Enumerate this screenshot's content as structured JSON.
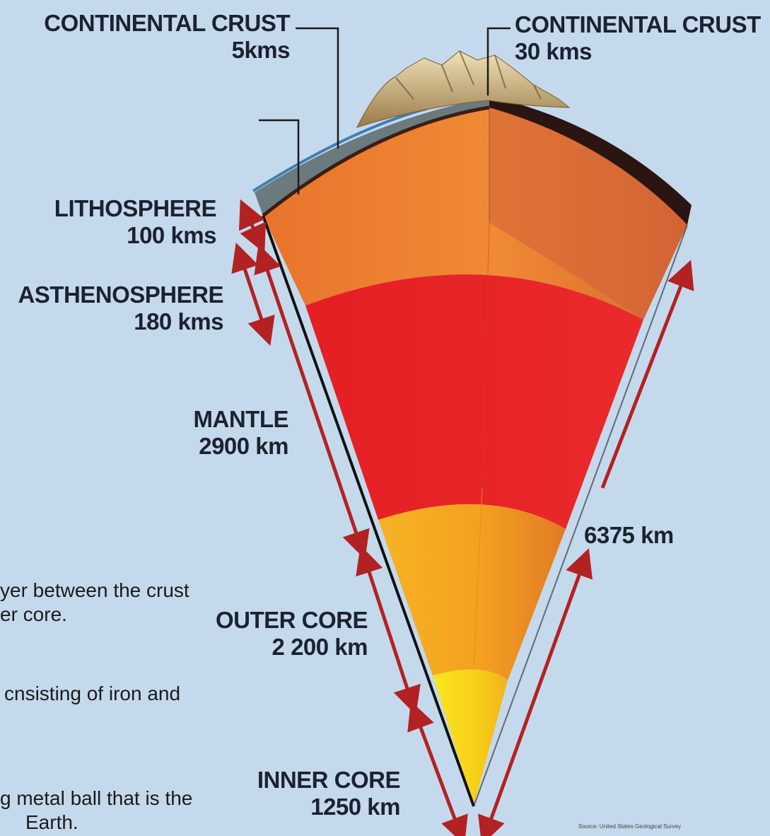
{
  "colors": {
    "background": "#c5d9ec",
    "crust": "#8a5a2e",
    "lithosphere": "#f07a2a",
    "asthenosphere": "#e8673a",
    "mantle": "#e8202a",
    "outer_core": "#f5a21e",
    "inner_core": "#f8d81a",
    "arrow": "#b22222"
  },
  "labels": {
    "oceanic": {
      "name": "CONTINENTAL CRUST",
      "value": "5kms"
    },
    "continental": {
      "name": "CONTINENTAL CRUST",
      "value": "30 kms"
    },
    "lithosphere": {
      "name": "LITHOSPHERE",
      "value": "100 kms"
    },
    "asthenosphere": {
      "name": "ASTHENOSPHERE",
      "value": "180 kms"
    },
    "mantle": {
      "name": "MANTLE",
      "value": "2900 km"
    },
    "outer_core": {
      "name": "OUTER CORE",
      "value": "2 200 km"
    },
    "inner_core": {
      "name": "INNER CORE",
      "value": "1250 km"
    },
    "radius": {
      "value": "6375 km"
    }
  },
  "notes": {
    "mantle_line1": "yer between the crust",
    "mantle_line2": "er core.",
    "outer_core": "cnsisting of iron and",
    "inner_core_line1": "g metal ball that is the",
    "inner_core_line2": "Earth."
  },
  "credit": "Source: United States Geological Survey"
}
